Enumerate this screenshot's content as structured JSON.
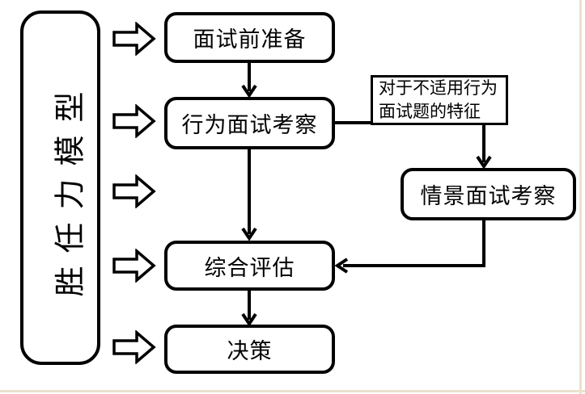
{
  "diagram": {
    "title_panel": {
      "label": "胜任力模型"
    },
    "boxes": {
      "prep": {
        "label": "面试前准备"
      },
      "behavioral": {
        "label": "行为面试考察"
      },
      "note": {
        "label": "对于不适用行为\n面试题的特征"
      },
      "situational": {
        "label": "情景面试考察"
      },
      "evaluation": {
        "label": "综合评估"
      },
      "decision": {
        "label": "决策"
      }
    },
    "colors": {
      "stroke": "#000000",
      "fill": "#ffffff",
      "page_edge": "#e9e2cd"
    }
  }
}
